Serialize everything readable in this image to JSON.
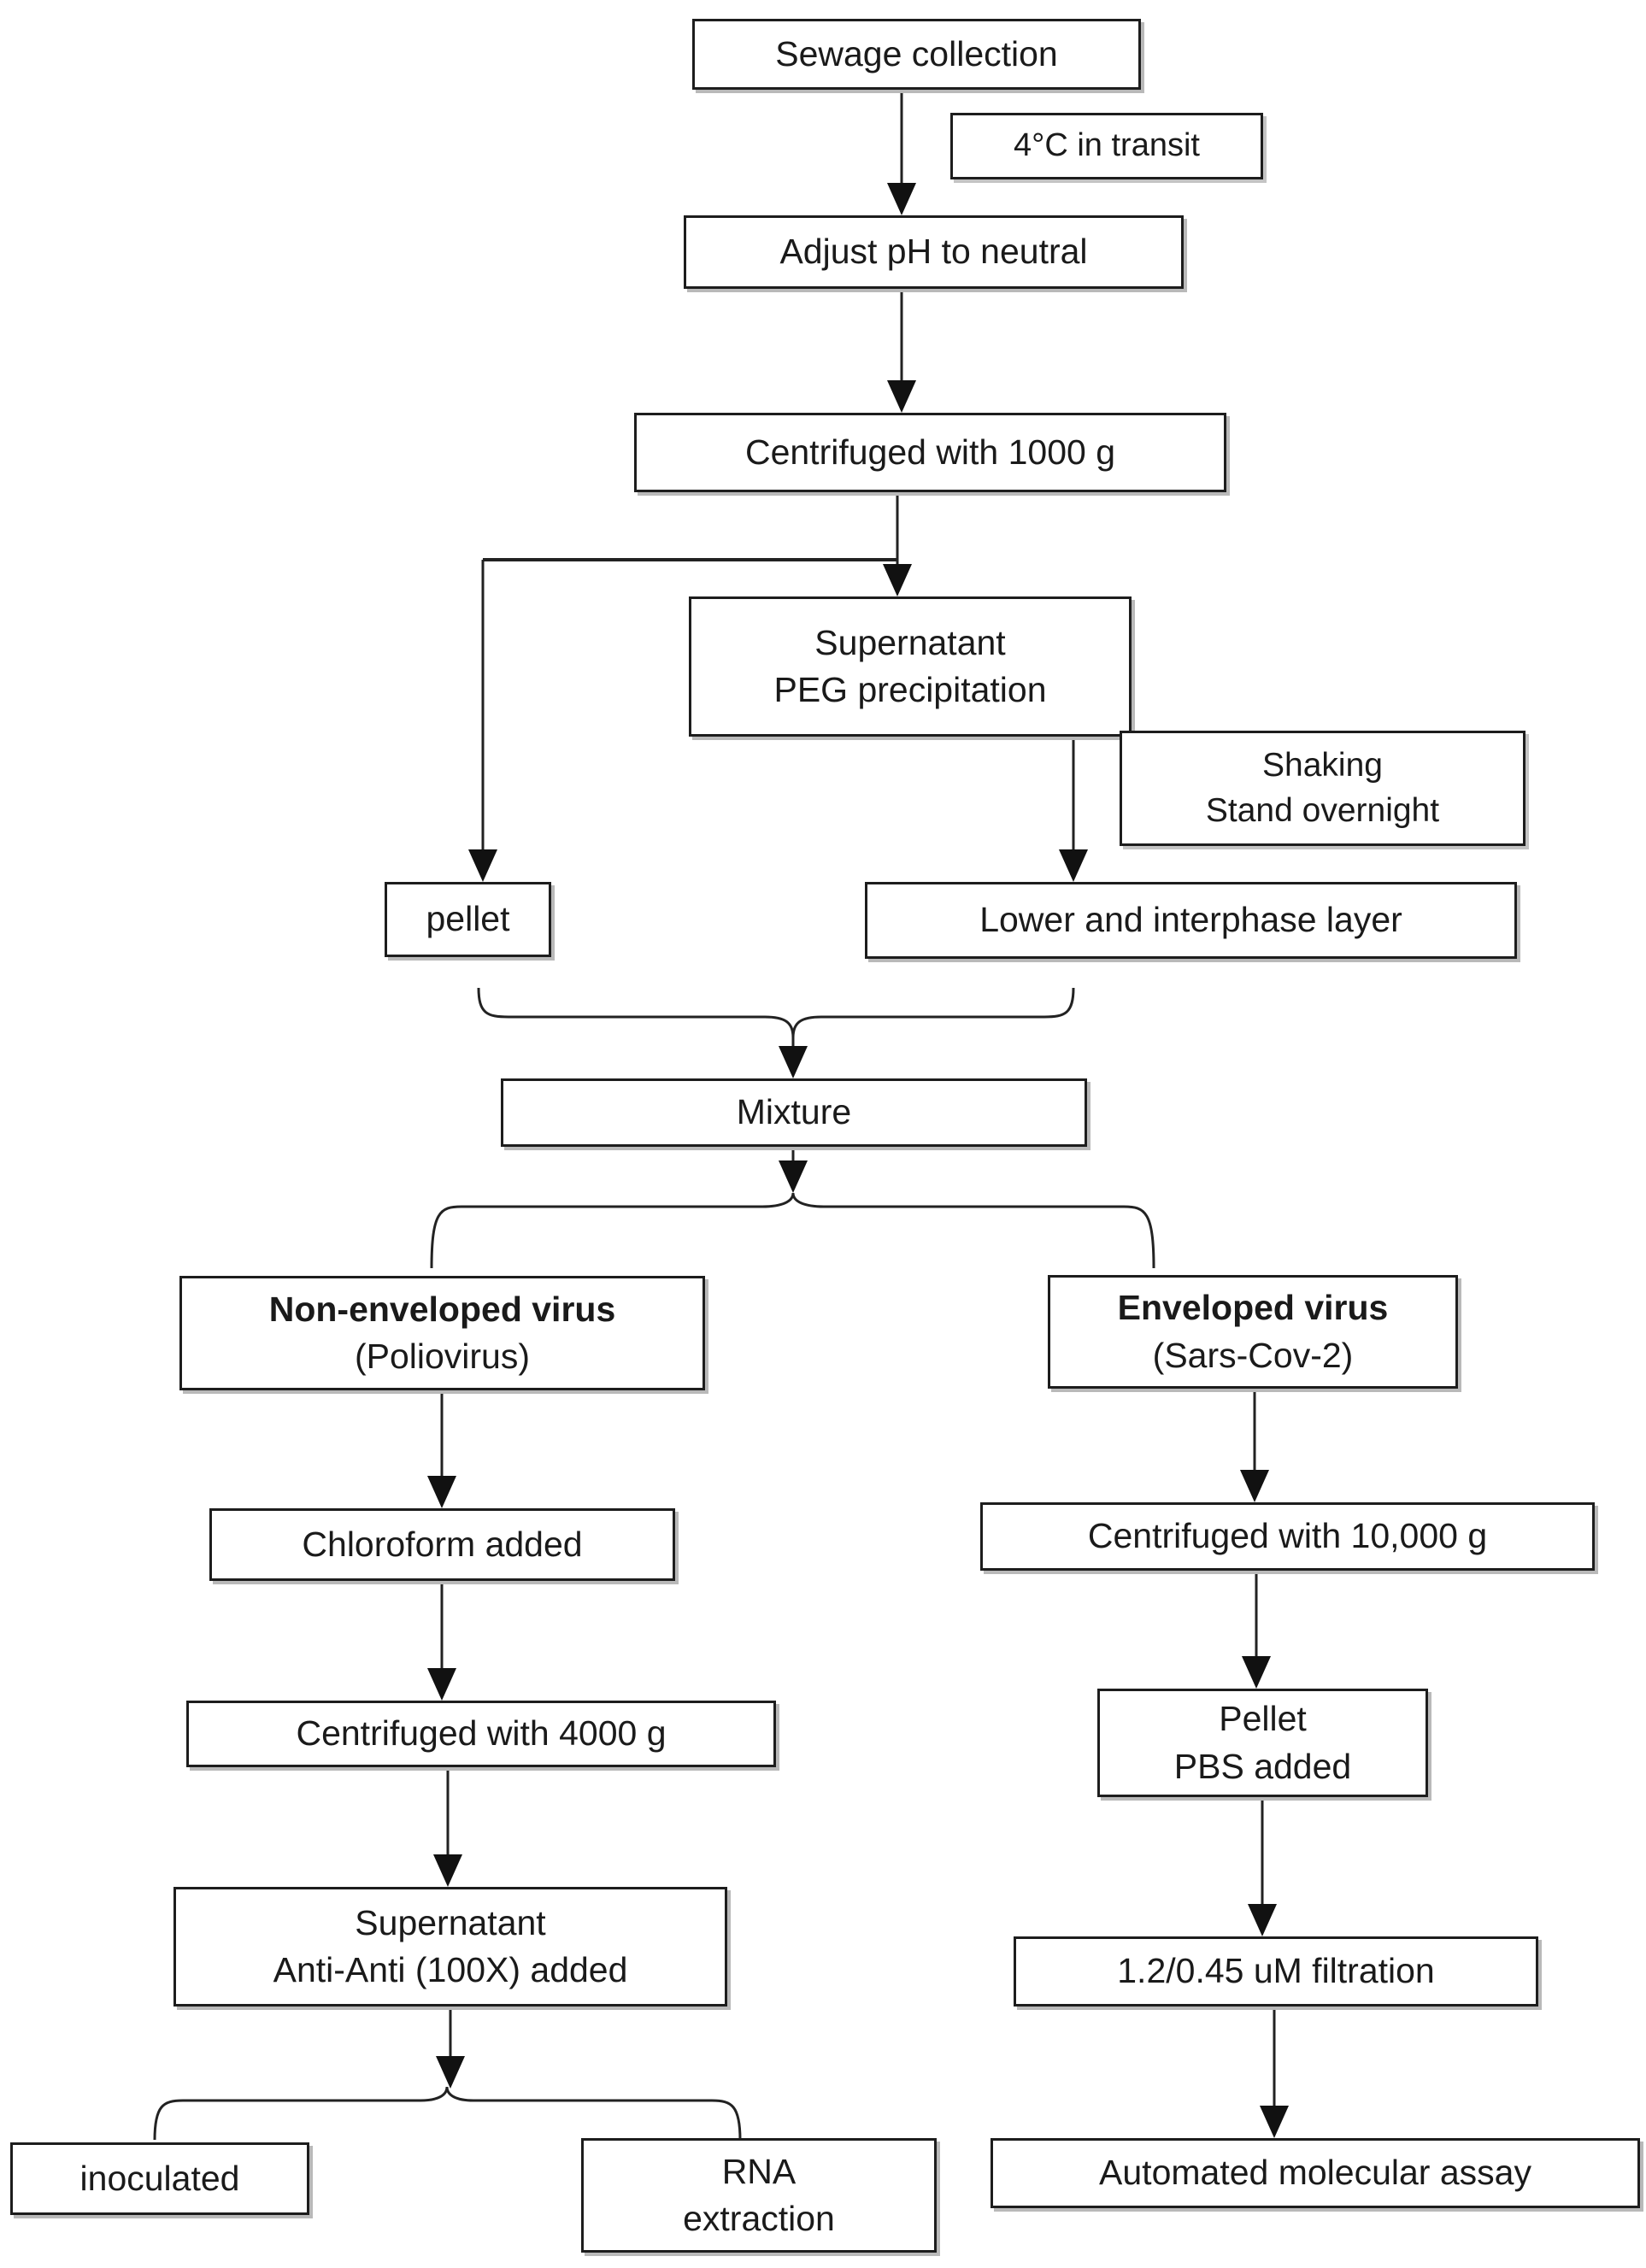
{
  "diagram_type": "flowchart",
  "colors": {
    "background": "#ffffff",
    "box_fill": "#ffffff",
    "box_border": "#1d1d1d",
    "line": "#222222",
    "shadow": "#b9b9b9"
  },
  "nodes": {
    "sewage": {
      "label": "Sewage collection"
    },
    "transit": {
      "label": "4°C in transit"
    },
    "adjust": {
      "label": "Adjust pH to neutral"
    },
    "cent1000": {
      "label": "Centrifuged with 1000 g"
    },
    "peg": {
      "line1": "Supernatant",
      "line2": "PEG precipitation"
    },
    "shaking": {
      "line1": "Shaking",
      "line2": "Stand overnight"
    },
    "pellet": {
      "label": "pellet"
    },
    "lower": {
      "label": "Lower and interphase layer"
    },
    "mixture": {
      "label": "Mixture"
    },
    "nonenv": {
      "line1": "Non-enveloped virus",
      "line2": "(Poliovirus)"
    },
    "env": {
      "line1": "Enveloped virus",
      "line2": "(Sars-Cov-2)"
    },
    "chloroform": {
      "label": "Chloroform added"
    },
    "cent4000": {
      "label": "Centrifuged with 4000 g"
    },
    "superanti": {
      "line1": "Supernatant",
      "line2": "Anti-Anti (100X) added"
    },
    "inoculated": {
      "label": "inoculated"
    },
    "rna": {
      "line1": "RNA",
      "line2": "extraction"
    },
    "cent10000": {
      "label": "Centrifuged with 10,000 g"
    },
    "pbs": {
      "line1": "Pellet",
      "line2": "PBS added"
    },
    "filtration": {
      "label": "1.2/0.45 uM filtration"
    },
    "assay": {
      "label": "Automated molecular assay"
    }
  },
  "edges": [
    {
      "from": "sewage",
      "to": "adjust",
      "annotation": "4°C in transit"
    },
    {
      "from": "adjust",
      "to": "cent1000"
    },
    {
      "from": "cent1000",
      "to": "pellet"
    },
    {
      "from": "cent1000",
      "to": "peg"
    },
    {
      "from": "peg",
      "to": "lower",
      "annotation": "Shaking / Stand overnight"
    },
    {
      "from": "pellet",
      "to": "mixture",
      "via": "merge-brace"
    },
    {
      "from": "lower",
      "to": "mixture",
      "via": "merge-brace"
    },
    {
      "from": "mixture",
      "to": "nonenv",
      "via": "split-brace"
    },
    {
      "from": "mixture",
      "to": "env",
      "via": "split-brace"
    },
    {
      "from": "nonenv",
      "to": "chloroform"
    },
    {
      "from": "chloroform",
      "to": "cent4000"
    },
    {
      "from": "cent4000",
      "to": "superanti"
    },
    {
      "from": "superanti",
      "to": "inoculated",
      "via": "split-brace"
    },
    {
      "from": "superanti",
      "to": "rna",
      "via": "split-brace"
    },
    {
      "from": "env",
      "to": "cent10000"
    },
    {
      "from": "cent10000",
      "to": "pbs"
    },
    {
      "from": "pbs",
      "to": "filtration"
    },
    {
      "from": "filtration",
      "to": "assay"
    }
  ]
}
